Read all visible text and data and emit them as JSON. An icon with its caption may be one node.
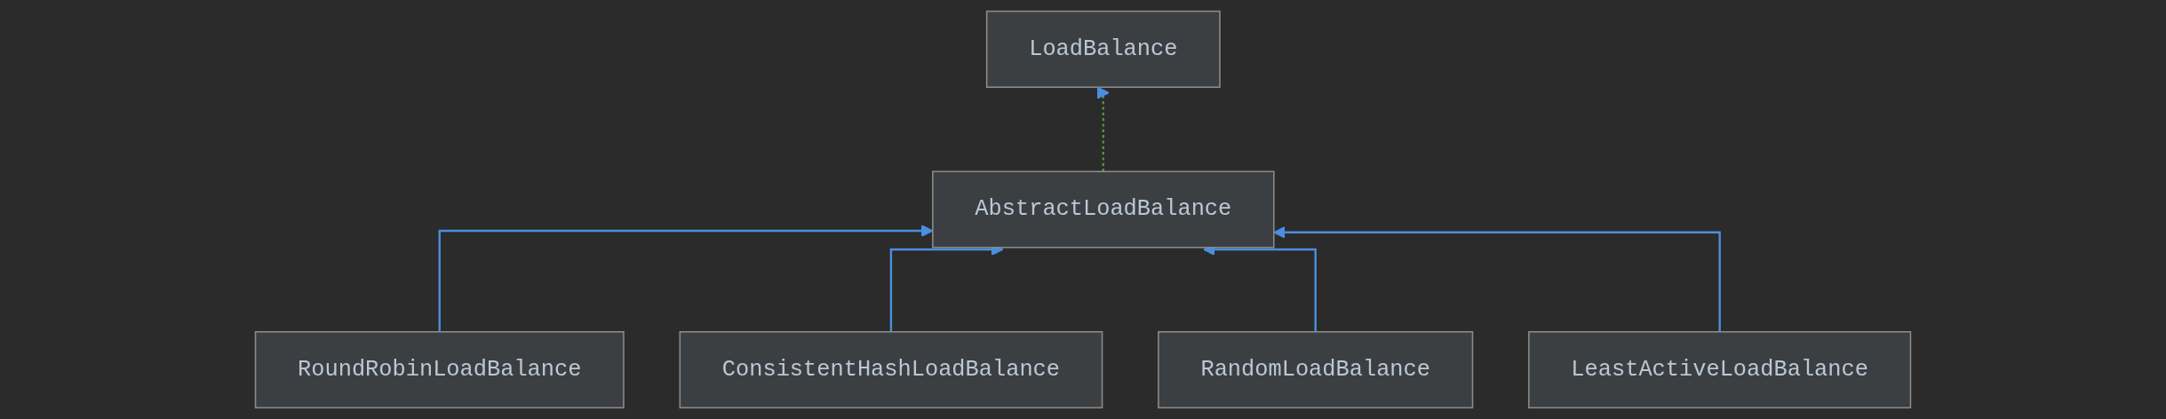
{
  "diagram": {
    "nodes": [
      {
        "text": [
          "LoadBalance"
        ]
      },
      {
        "text": [
          "AbstractLoadBalance"
        ]
      },
      {
        "text": [
          "RoundRobinLoadBalance"
        ]
      },
      {
        "text": [
          "ConsistentHashLoadBalance"
        ]
      },
      {
        "text": [
          "RandomLoadBalance"
        ]
      },
      {
        "text": [
          "LeastActiveLoadBalance"
        ]
      }
    ],
    "edges": [
      {
        "from": 1,
        "to": 0,
        "arrow": "to",
        "style": "dashed",
        "color": "#5f8c3f"
      },
      {
        "from": 2,
        "to": 1,
        "arrow": "to"
      },
      {
        "from": 3,
        "to": 1,
        "arrow": "to"
      },
      {
        "from": 4,
        "to": 1,
        "arrow": "to"
      },
      {
        "from": 5,
        "to": 1,
        "arrow": "to"
      }
    ]
  }
}
